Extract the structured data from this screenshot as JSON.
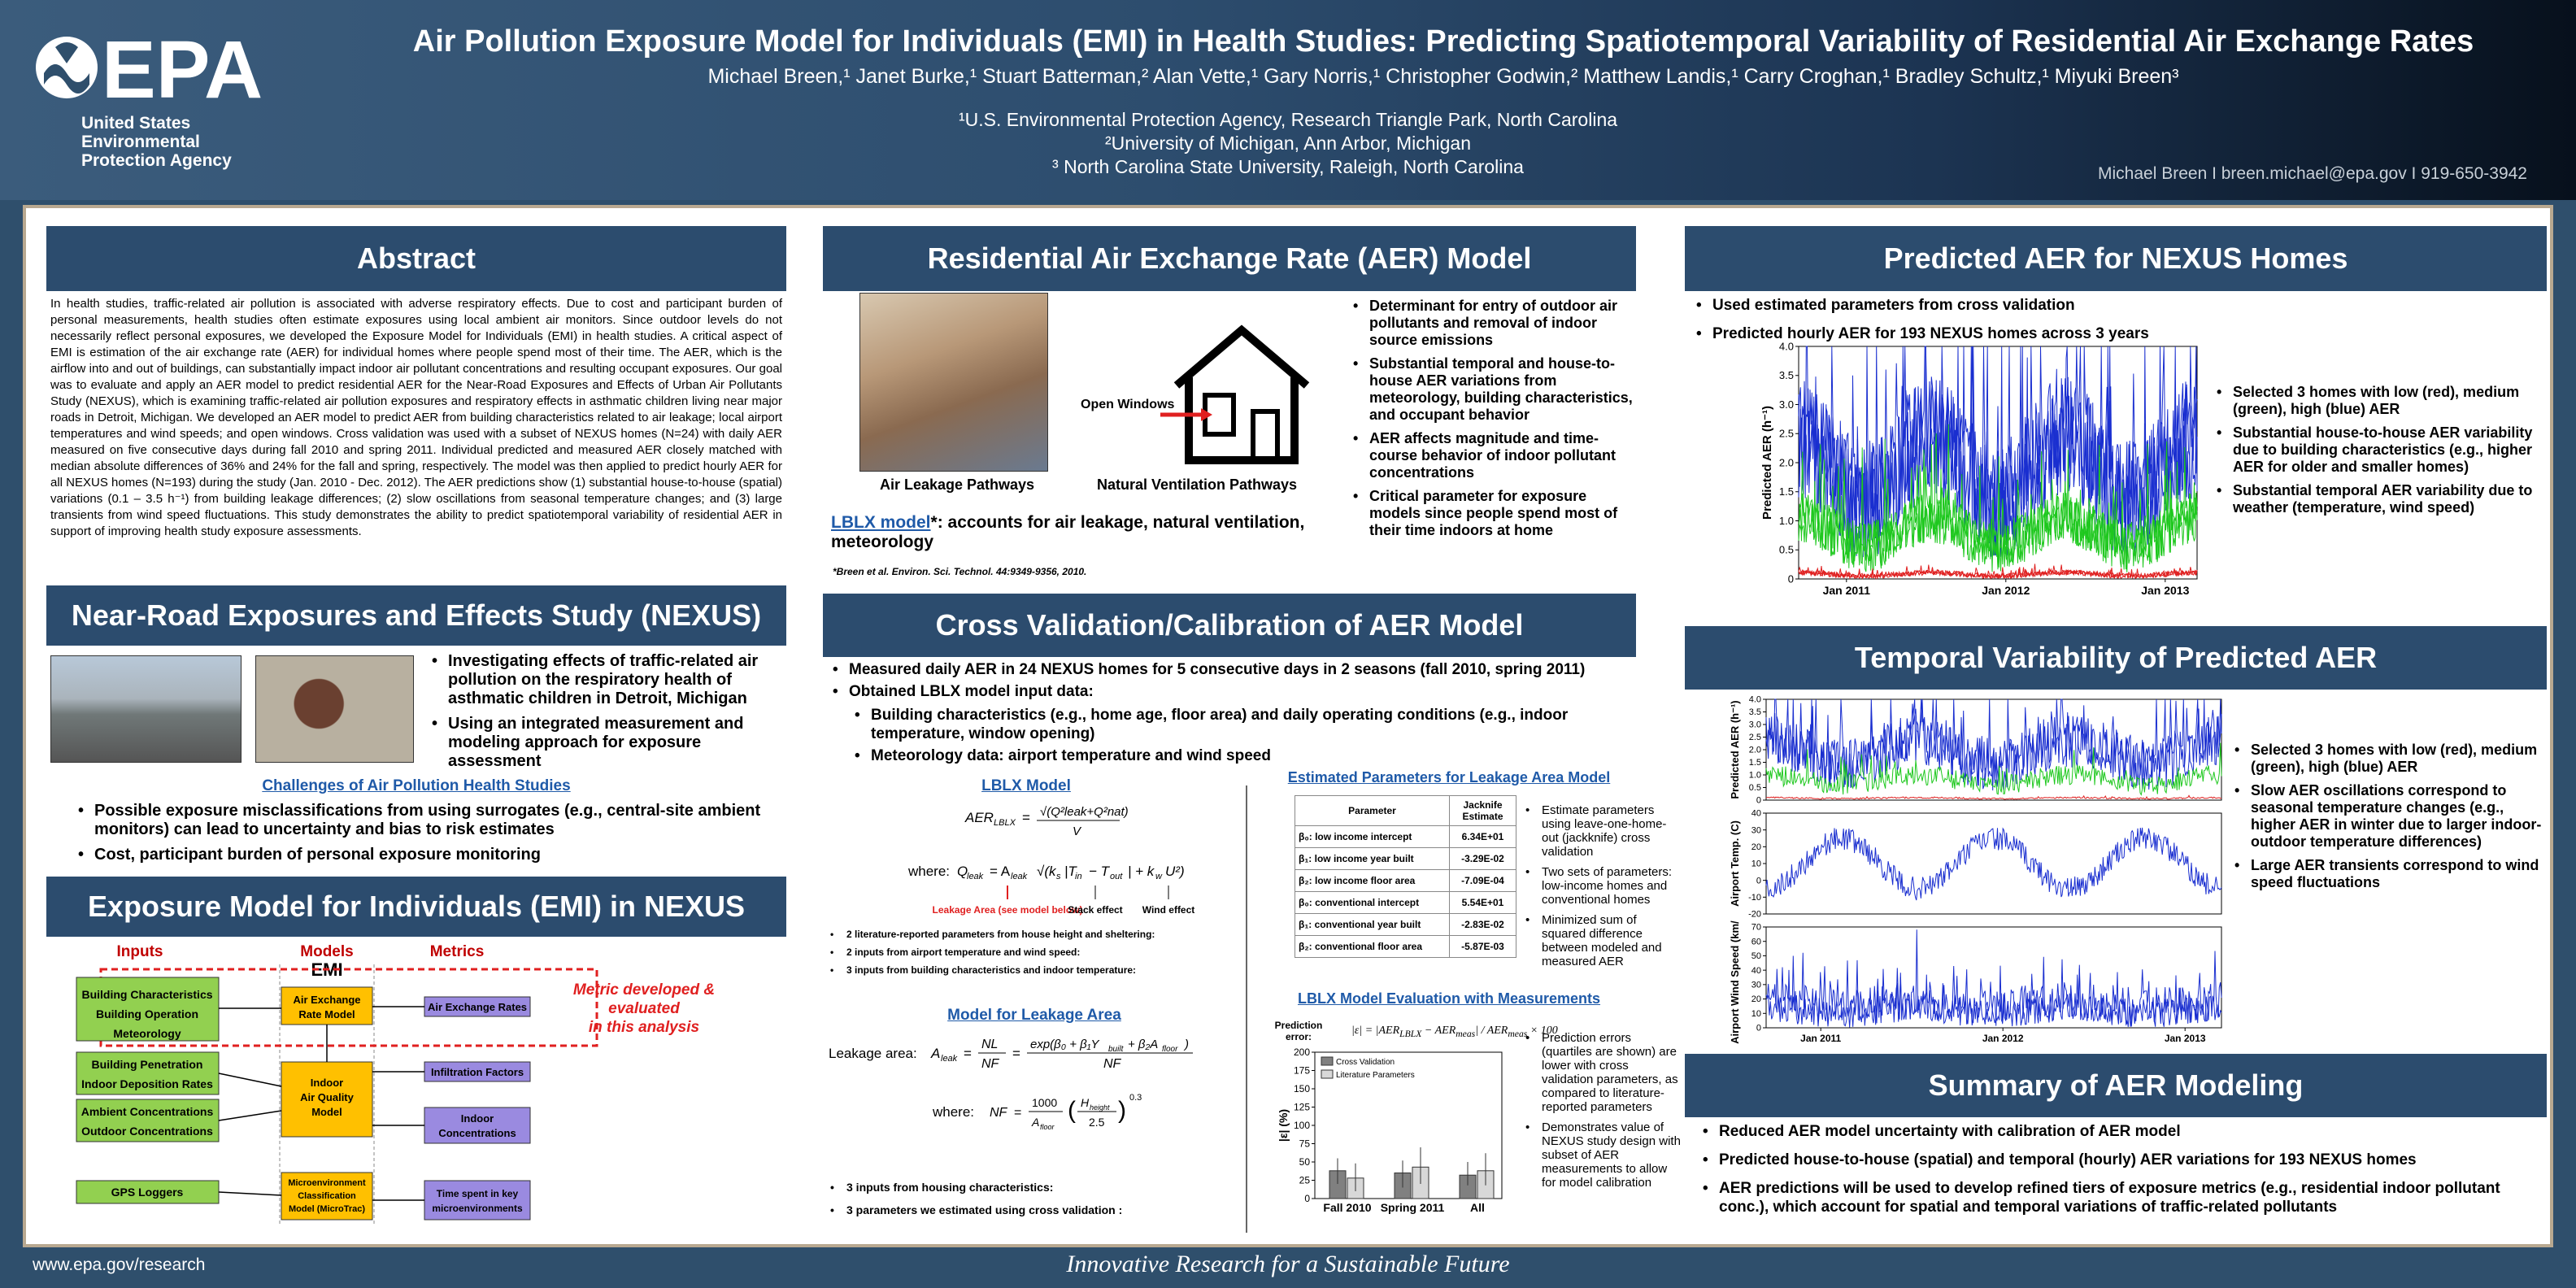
{
  "header": {
    "org_line1": "United States",
    "org_line2": "Environmental",
    "org_line3": "Protection Agency",
    "logo_text": "EPA",
    "title": "Air Pollution Exposure Model for Individuals (EMI) in Health Studies: Predicting Spatiotemporal Variability of Residential Air Exchange Rates",
    "authors": "Michael Breen,¹ Janet Burke,¹ Stuart Batterman,² Alan Vette,¹ Gary Norris,¹ Christopher Godwin,² Matthew Landis,¹ Carry Croghan,¹ Bradley Schultz,¹ Miyuki Breen³",
    "affil1": "¹U.S. Environmental Protection Agency, Research Triangle Park, North Carolina",
    "affil2": "²University of Michigan, Ann Arbor, Michigan",
    "affil3": "³ North Carolina State University, Raleigh, North Carolina",
    "contact": "Michael Breen  I  breen.michael@epa.gov  I  919-650-3942"
  },
  "footer": {
    "url": "www.epa.gov/research",
    "tagline": "Innovative Research for a Sustainable Future"
  },
  "abstract": {
    "heading": "Abstract",
    "text": "In health studies, traffic-related air pollution is associated with adverse respiratory effects. Due to cost and participant burden of personal measurements, health studies often estimate exposures using local ambient air monitors. Since outdoor levels do not necessarily reflect personal exposures, we developed the Exposure Model for Individuals (EMI) in health studies. A critical aspect of EMI is estimation of the air exchange rate (AER) for individual homes where people spend most of their time. The AER, which is the airflow into and out of buildings, can substantially impact indoor air pollutant concentrations and resulting occupant exposures. Our goal was to evaluate and apply an AER model to predict residential AER for the Near-Road Exposures and Effects of Urban Air Pollutants Study (NEXUS), which is examining traffic-related air pollution exposures and respiratory effects in asthmatic children living near major roads in Detroit, Michigan. We developed an AER model to predict AER from building characteristics related to air leakage; local airport temperatures and wind speeds; and open windows. Cross validation was used with a subset of NEXUS homes (N=24) with daily AER measured on five consecutive days during fall 2010 and spring 2011. Individual predicted and measured AER closely matched with median absolute differences of 36% and 24% for the fall and spring, respectively. The model was then applied to predict hourly AER for all NEXUS homes (N=193) during the study (Jan. 2010 - Dec. 2012). The AER predictions show (1) substantial house-to-house (spatial) variations (0.1 – 3.5 h⁻¹) from building leakage differences; (2) slow oscillations from seasonal temperature changes; and (3) large transients from wind speed fluctuations. This study demonstrates the ability to predict spatiotemporal variability of residential AER in support of improving health study exposure assessments."
  },
  "nexus": {
    "heading": "Near-Road Exposures and Effects Study (NEXUS)",
    "bullets": [
      "Investigating effects of traffic-related air pollution on the respiratory health of asthmatic children in Detroit, Michigan",
      "Using an integrated measurement and modeling approach for exposure assessment"
    ],
    "challenges_title": "Challenges of Air Pollution Health Studies",
    "challenges": [
      "Possible exposure misclassifications from using surrogates (e.g., central-site ambient monitors) can lead to uncertainty and bias to risk estimates",
      "Cost, participant burden of personal exposure monitoring"
    ]
  },
  "emi": {
    "heading": "Exposure Model for Individuals (EMI) in NEXUS",
    "col_inputs": "Inputs",
    "col_models": "Models",
    "col_metrics": "Metrics",
    "emi_label": "EMI",
    "inputs": [
      "Building Characteristics",
      "Building Operation",
      "Meteorology",
      "Building Penetration",
      "Indoor Deposition Rates",
      "Ambient Concentrations",
      "Outdoor Concentrations",
      "GPS Loggers"
    ],
    "models": [
      "Air Exchange Rate Model",
      "Indoor Air Quality Model",
      "Microenvironment Classification Model (MicroTrac)"
    ],
    "metrics": [
      "Air Exchange Rates",
      "Infiltration Factors",
      "Indoor Concentrations",
      "Time spent in key microenvironments"
    ],
    "note": "Metric developed & evaluated in this analysis"
  },
  "aer": {
    "heading": "Residential Air Exchange Rate (AER) Model",
    "cap1": "Air Leakage Pathways",
    "cap2": "Natural Ventilation Pathways",
    "open_windows": "Open Windows",
    "bullets": [
      "Determinant for entry of outdoor air pollutants and removal of indoor source emissions",
      "Substantial temporal and house-to-house AER variations from meteorology, building characteristics, and occupant behavior",
      "AER affects magnitude and time-course behavior of indoor pollutant concentrations",
      "Critical parameter for exposure models since people spend most of their time indoors at home"
    ],
    "lblx_link": "LBLX model",
    "lblx_text": "*: accounts for air leakage, natural ventilation, meteorology",
    "ref": "*Breen et al. Environ. Sci. Technol. 44:9349-9356, 2010."
  },
  "cv": {
    "heading": "Cross Validation/Calibration of AER Model",
    "bullets": [
      "Measured daily AER in 24 NEXUS homes for 5 consecutive days in 2 seasons (fall 2010, spring 2011)",
      "Obtained LBLX model input data:"
    ],
    "sub": [
      "Building characteristics (e.g., home age, floor area) and daily operating conditions (e.g., indoor temperature, window opening)",
      "Meteorology data: airport temperature and wind speed"
    ],
    "lblx_title": "LBLX Model",
    "where": "where:",
    "leak_lbl": "Leakage Area (see model below)",
    "stack_lbl": "Stack effect",
    "wind_lbl": "Wind effect",
    "inputs": [
      "2 literature-reported parameters from house height and sheltering:",
      "2 inputs from airport temperature and wind speed:",
      "3 inputs from building characteristics and indoor temperature:"
    ],
    "leak_title": "Model for Leakage Area",
    "leak_area": "Leakage area:",
    "where2": "where:",
    "leak_inputs": [
      "3 inputs from housing characteristics:",
      "3 parameters we estimated using cross validation :"
    ],
    "est_title": "Estimated Parameters for Leakage Area Model",
    "col1": "Parameter",
    "col2": "Jacknife Estimate",
    "rows": [
      [
        "β₀: low income intercept",
        "6.34E+01"
      ],
      [
        "β₁: low income year built",
        "-3.29E-02"
      ],
      [
        "β₂: low income floor area",
        "-7.09E-04"
      ],
      [
        "β₀: conventional intercept",
        "5.54E+01"
      ],
      [
        "β₁: conventional year built",
        "-2.83E-02"
      ],
      [
        "β₂: conventional floor area",
        "-5.87E-03"
      ]
    ],
    "est_bullets": [
      "Estimate parameters using leave-one-home-out (jackknife) cross validation",
      "Two sets of parameters: low-income homes and conventional homes",
      "Minimized sum of squared difference between modeled and measured AER"
    ],
    "eval_title": "LBLX Model Evaluation with Measurements",
    "pred_err": "Prediction error:",
    "eval_bullets": [
      "Prediction errors (quartiles are shown) are lower with cross validation parameters, as compared to literature-reported parameters",
      "Demonstrates value of NEXUS study design with subset of AER measurements to allow for model calibration"
    ]
  },
  "pred": {
    "heading": "Predicted AER for NEXUS Homes",
    "bullets": [
      "Used estimated parameters from cross validation",
      "Predicted hourly AER for 193 NEXUS homes across 3 years"
    ],
    "side": [
      "Selected 3 homes with low (red), medium (green), high (blue) AER",
      "Substantial house-to-house AER variability due to building characteristics (e.g., higher AER for older and smaller homes)",
      "Substantial temporal AER variability due to weather (temperature, wind speed)"
    ]
  },
  "temporal": {
    "heading": "Temporal Variability of Predicted AER",
    "side": [
      "Selected 3 homes with low (red), medium (green), high (blue) AER",
      "Slow AER oscillations correspond to seasonal temperature changes (e.g., higher AER in winter due to larger indoor-outdoor temperature differences)",
      "Large AER transients correspond to wind speed fluctuations"
    ]
  },
  "summary": {
    "heading": "Summary of AER Modeling",
    "bullets": [
      "Reduced AER model uncertainty with calibration of AER model",
      "Predicted house-to-house (spatial) and temporal (hourly) AER variations for 193 NEXUS homes",
      "AER predictions will be used to develop refined tiers of exposure metrics (e.g., residential indoor pollutant conc.), which account for spatial and temporal variations of traffic-related pollutants"
    ]
  },
  "chart_data": [
    {
      "type": "line",
      "ylabel": "Predicted AER (h⁻¹)",
      "ylim": [
        0,
        4.0
      ],
      "yticks": [
        "0",
        "0.5",
        "1.0",
        "1.5",
        "2.0",
        "2.5",
        "3.0",
        "3.5",
        "4.0"
      ],
      "xticks": [
        "Jan 2011",
        "Jan 2012",
        "Jan 2013"
      ],
      "series": [
        {
          "name": "high",
          "color": "#1a2fd0",
          "level": 1.9
        },
        {
          "name": "medium",
          "color": "#1ec81e",
          "level": 0.8
        },
        {
          "name": "low",
          "color": "#e02020",
          "level": 0.08
        }
      ]
    },
    {
      "type": "line",
      "ylabel": "Predicted AER (h⁻¹)",
      "ylim": [
        0,
        4.0
      ],
      "yticks": [
        "0",
        "0.5",
        "1.0",
        "1.5",
        "2.0",
        "2.5",
        "3.0",
        "3.5",
        "4.0"
      ],
      "xticks": []
    },
    {
      "type": "line",
      "ylabel": "Airport Temp. (C)",
      "ylim": [
        -20,
        40
      ],
      "yticks": [
        "-20",
        "-10",
        "0",
        "10",
        "20",
        "30",
        "40"
      ],
      "xticks": []
    },
    {
      "type": "line",
      "ylabel": "Airport Wind Speed (km/h)",
      "ylim": [
        0,
        70
      ],
      "yticks": [
        "0",
        "10",
        "20",
        "30",
        "40",
        "50",
        "60",
        "70"
      ],
      "xticks": [
        "Jan 2011",
        "Jan 2012",
        "Jan 2013"
      ]
    },
    {
      "type": "bar",
      "ylabel": "|ε| (%)",
      "ylim": [
        0,
        200
      ],
      "yticks": [
        "0",
        "25",
        "50",
        "75",
        "100",
        "125",
        "150",
        "175",
        "200"
      ],
      "categories": [
        "Fall 2010",
        "Spring 2011",
        "All"
      ],
      "legend": [
        "Cross Validation",
        "Literature Parameters"
      ]
    }
  ]
}
